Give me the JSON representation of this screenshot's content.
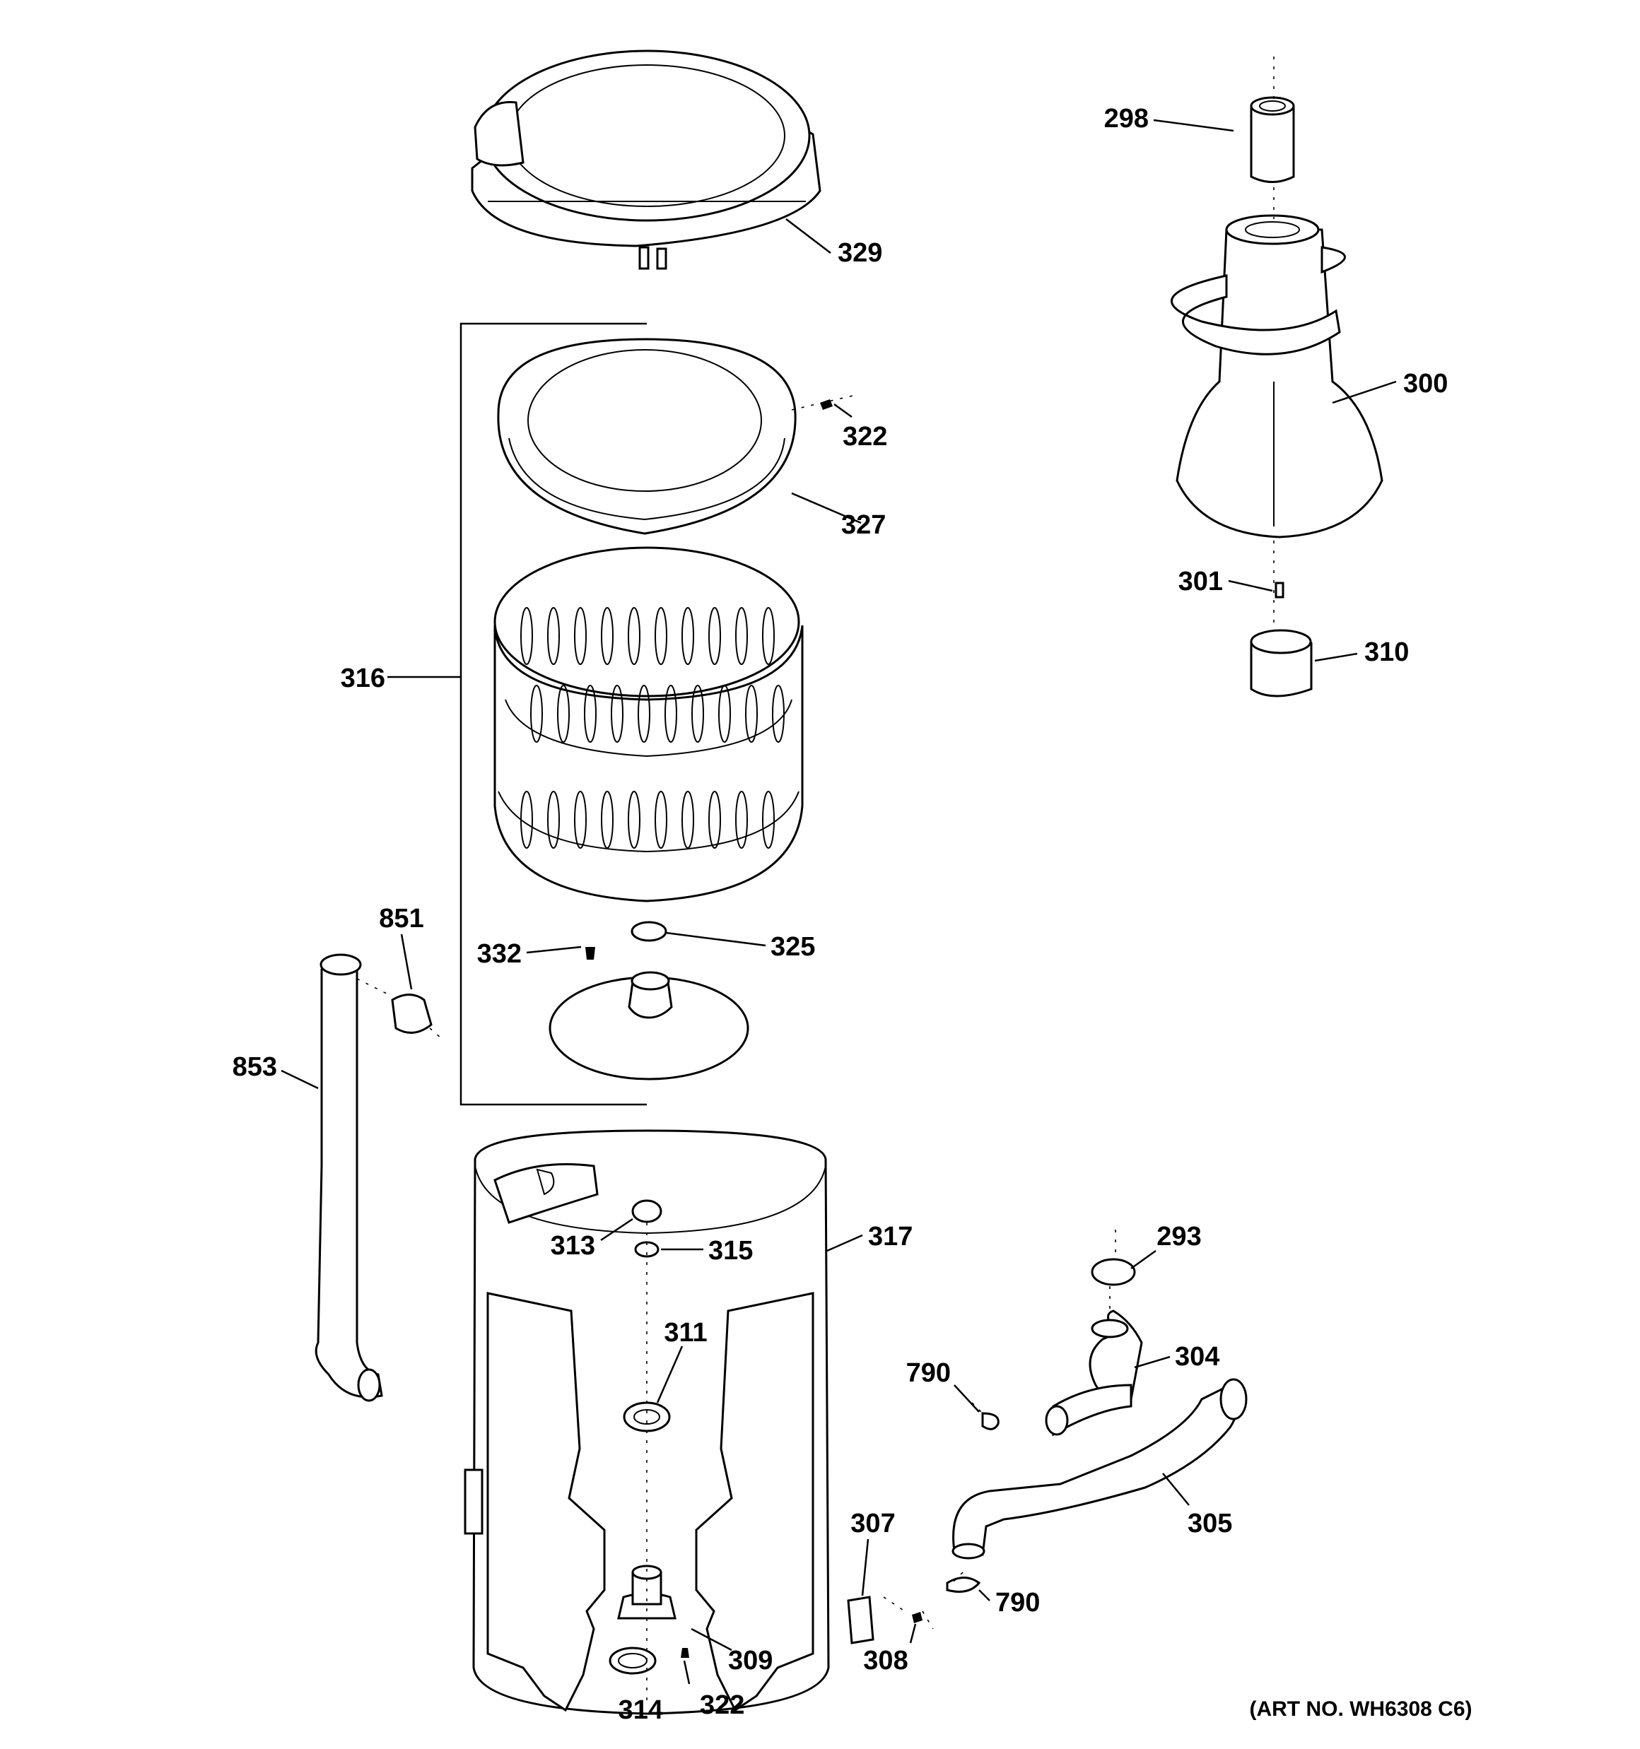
{
  "parts": {
    "p298": "298",
    "p300": "300",
    "p301": "301",
    "p310": "310",
    "p329": "329",
    "p322a": "322",
    "p327": "327",
    "p316": "316",
    "p332": "332",
    "p325": "325",
    "p851": "851",
    "p853": "853",
    "p313": "313",
    "p315": "315",
    "p317": "317",
    "p311": "311",
    "p293": "293",
    "p304": "304",
    "p790a": "790",
    "p790b": "790",
    "p305": "305",
    "p307": "307",
    "p308": "308",
    "p309": "309",
    "p314": "314",
    "p322b": "322"
  },
  "art_number": "(ART NO. WH6308 C6)"
}
